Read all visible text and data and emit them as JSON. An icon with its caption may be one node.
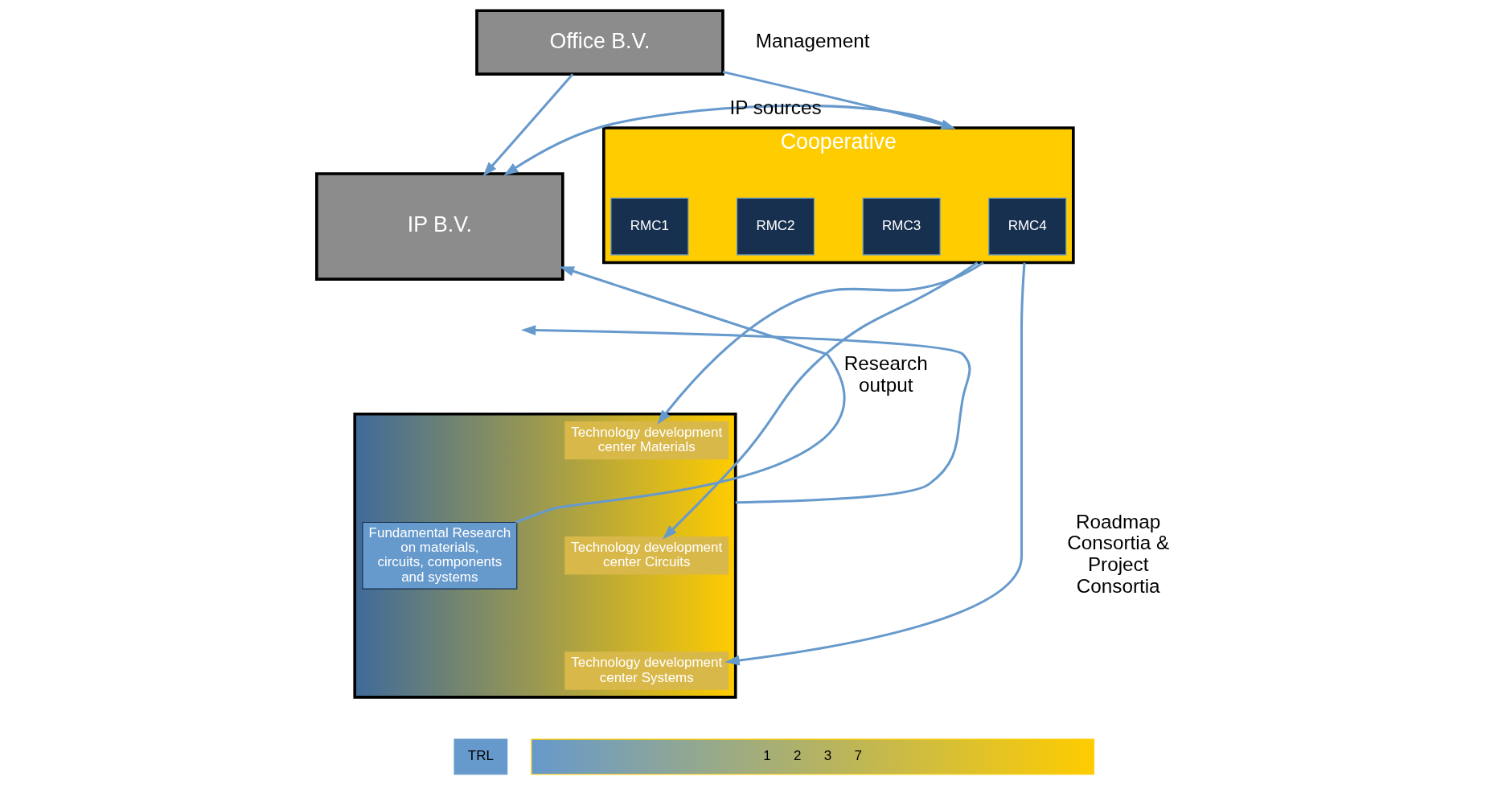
{
  "diagram": {
    "nodes": [
      {
        "text": [
          "Office B.V."
        ]
      },
      {
        "text": [
          "IP B.V."
        ]
      },
      {
        "text": [
          "Cooperative"
        ]
      },
      {
        "text": [
          "RMC1"
        ],
        "in": 2
      },
      {
        "text": [
          "RMC2"
        ],
        "in": 2
      },
      {
        "text": [
          "RMC3"
        ],
        "in": 2
      },
      {
        "text": [
          "RMC4"
        ],
        "in": 2
      },
      {
        "text": [],
        "shape": "box"
      },
      {
        "text": [
          "Fundamental Research on materials, circuits, components and systems"
        ],
        "in": 7
      },
      {
        "text": [
          "Technology development center Materials"
        ],
        "in": 7
      },
      {
        "text": [
          "Technology development center Circuits"
        ],
        "in": 7
      },
      {
        "text": [
          "Technology development center Systems"
        ],
        "in": 7
      },
      {
        "text": [
          "TRL"
        ]
      },
      {
        "text": [
          "1",
          "2",
          "3",
          "7"
        ]
      }
    ],
    "edges": [
      {
        "from": 0,
        "to": 1,
        "arrow": "to"
      },
      {
        "from": 0,
        "to": 2,
        "arrow": "to"
      },
      {
        "from": 2,
        "to": 1,
        "arrow": "to",
        "label": "IP sources"
      },
      {
        "from": 7,
        "to": null,
        "arrow": "to"
      },
      {
        "from": 8,
        "to": 1,
        "arrow": "to",
        "label": "Research output"
      },
      {
        "from": 2,
        "to": 9,
        "arrow": "to"
      },
      {
        "from": 2,
        "to": 10,
        "arrow": "to"
      },
      {
        "from": 2,
        "to": 11,
        "arrow": "to"
      }
    ],
    "labels": [
      "Management",
      "Roadmap Consortia & Project Consortia"
    ]
  }
}
